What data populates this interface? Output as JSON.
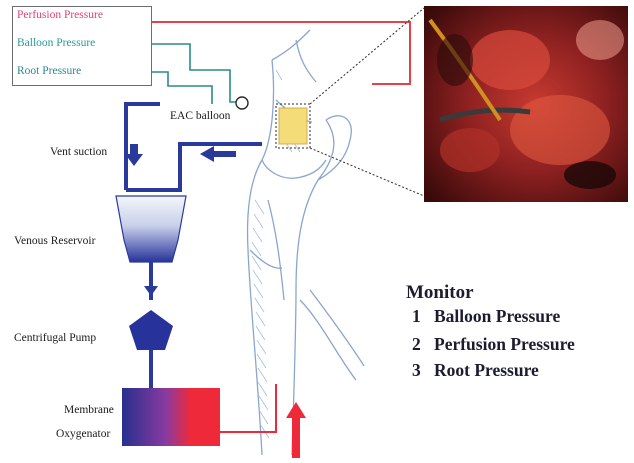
{
  "legend": {
    "perfusion": {
      "label": "Perfusion Pressure",
      "color": "#e0407a"
    },
    "balloon": {
      "label": "Balloon Pressure",
      "color": "#2a9a9a"
    },
    "root": {
      "label": "Root Pressure",
      "color": "#2a8a8a"
    }
  },
  "labels": {
    "eac_balloon": "EAC balloon",
    "vent_suction": "Vent suction",
    "venous_reservoir": "Venous Reservoir",
    "centrifugal_pump": "Centrifugal Pump",
    "membrane": "Membrane",
    "oxygenator": "Oxygenator"
  },
  "monitor": {
    "title": "Monitor",
    "items": [
      {
        "num": "1",
        "label": "Balloon Pressure"
      },
      {
        "num": "2",
        "label": "Perfusion Pressure"
      },
      {
        "num": "3",
        "label": "Root Pressure"
      }
    ]
  },
  "colors": {
    "blue_line": "#2a3a9a",
    "red_line": "#e03040",
    "vessel_outline": "#8aa6cc",
    "target_box": "#f2d870",
    "photo_bg": "#5a1a1a"
  }
}
